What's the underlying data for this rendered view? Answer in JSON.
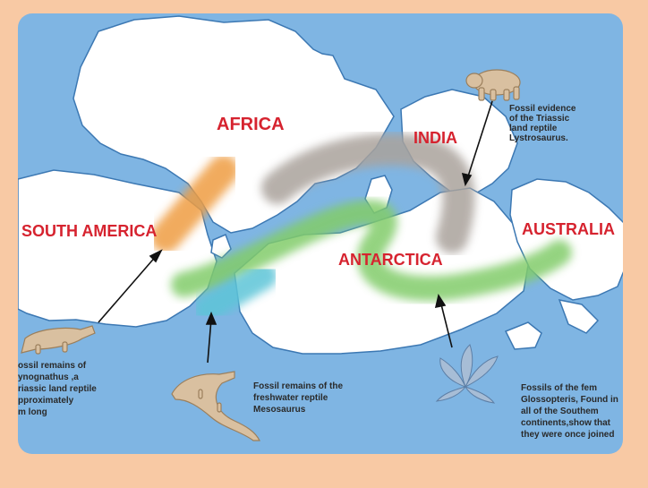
{
  "continents": {
    "africa": "AFRICA",
    "india": "INDIA",
    "south_america": "SOUTH AMERICA",
    "australia": "AUSTRALIA",
    "antarctica": "ANTARCTICA"
  },
  "annotations": {
    "lystrosaurus": [
      "Fossil evidence",
      "of the Triassic",
      "land reptile",
      "Lystrosaurus."
    ],
    "cynognathus": [
      "ossil remains of",
      "ynognathus ,a",
      "riassic land reptile",
      "pproximately",
      "m long"
    ],
    "mesosaurus": [
      "Fossil remains of the",
      "freshwater reptile",
      "Mesosaurus"
    ],
    "glossopteris": [
      "Fossils of the fem",
      "Glossopteris, Found in",
      "all of the Southem",
      "continents,show that",
      "they were once joined"
    ]
  },
  "colors": {
    "border": "#f8c9a4",
    "ocean": "#7fb5e3",
    "land": "#ffffff",
    "coast": "#3c78b3",
    "label_red": "#d6232f",
    "band_orange": "#ef9d42",
    "band_gray": "#aaa39c",
    "band_green": "#82cc6a",
    "band_cyan": "#5dc5d8"
  }
}
